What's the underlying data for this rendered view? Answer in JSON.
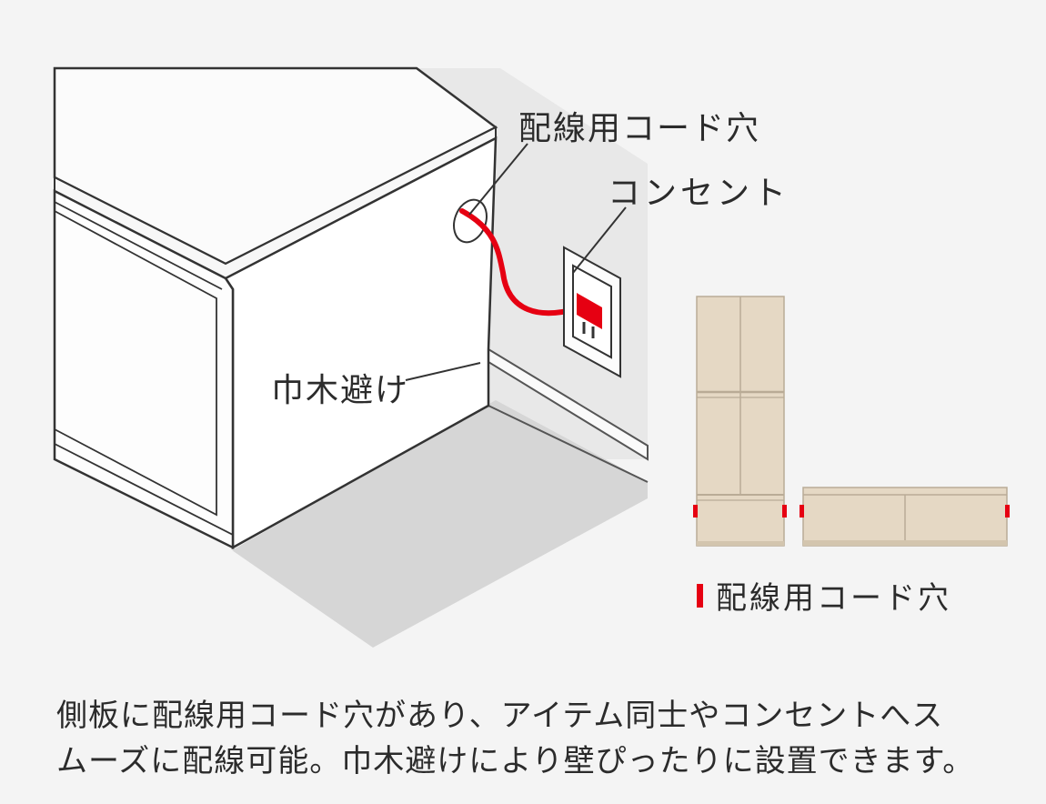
{
  "labels": {
    "cord_hole": "配線用コード穴",
    "outlet": "コンセント",
    "baseboard": "巾木避け"
  },
  "legend": {
    "label": "配線用コード穴",
    "color": "#e60012"
  },
  "caption": {
    "line1": "側板に配線用コード穴があり、アイテム同士やコンセントへス",
    "line2": "ムーズに配線可能。巾木避けにより壁ぴったりに設置できます。"
  },
  "colors": {
    "accent": "#e60012",
    "wood": "#e5d8c4",
    "wall": "#e8e8e8",
    "floor_shadow": "#d6d6d6"
  }
}
